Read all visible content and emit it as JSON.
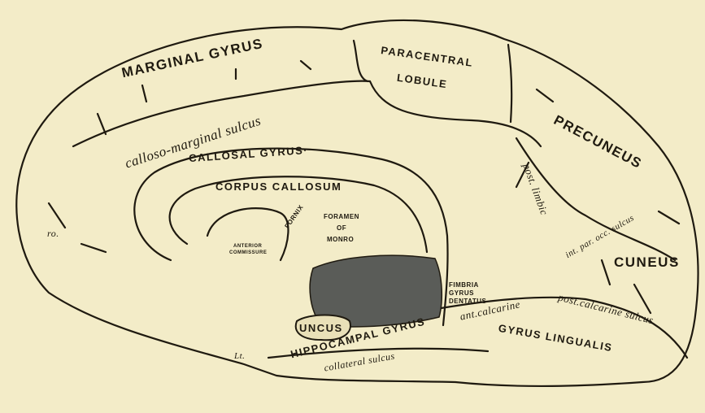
{
  "labels": {
    "marginal_gyrus": "MARGINAL GYRUS",
    "paracentral": "PARACENTRAL",
    "lobule": "LOBULE",
    "precuneus": "PRECUNEUS",
    "calloso_marginal_sulcus": "calloso-marginal sulcus",
    "callosal_gyrus": "CALLOSAL GYRUS·",
    "corpus_callosum": "CORPUS CALLOSUM",
    "fornix": "FORNIX",
    "foramen": "FORAMEN",
    "of": "OF",
    "monro": "MONRO",
    "anterior_commissure_1": "ANTERIOR",
    "anterior_commissure_2": "COMMISSURE",
    "post_limbic": "post. limbic",
    "int_par_occ_sulcus": "int. par. occ. sulcus",
    "cuneus": "CUNEUS",
    "fimbria": "FIMBRIA",
    "gyrus": "GYRUS",
    "dentatus": "DENTATUS",
    "ant_calcarine": "ant.calcarine",
    "post_calcarine_sulcus": "post.calcarine sulcus",
    "uncus": "UNCUS",
    "hippocampal_gyrus": "HIPPOCAMPAL GYRUS",
    "gyrus_lingualis": "GYRUS LINGUALIS",
    "collateral_sulcus": "collateral sulcus",
    "ro": "ro.",
    "lt": "Lt."
  },
  "colors": {
    "paper": "#f3ecc8",
    "ink": "#1f1a10",
    "ventricle": "#5a5c58"
  }
}
